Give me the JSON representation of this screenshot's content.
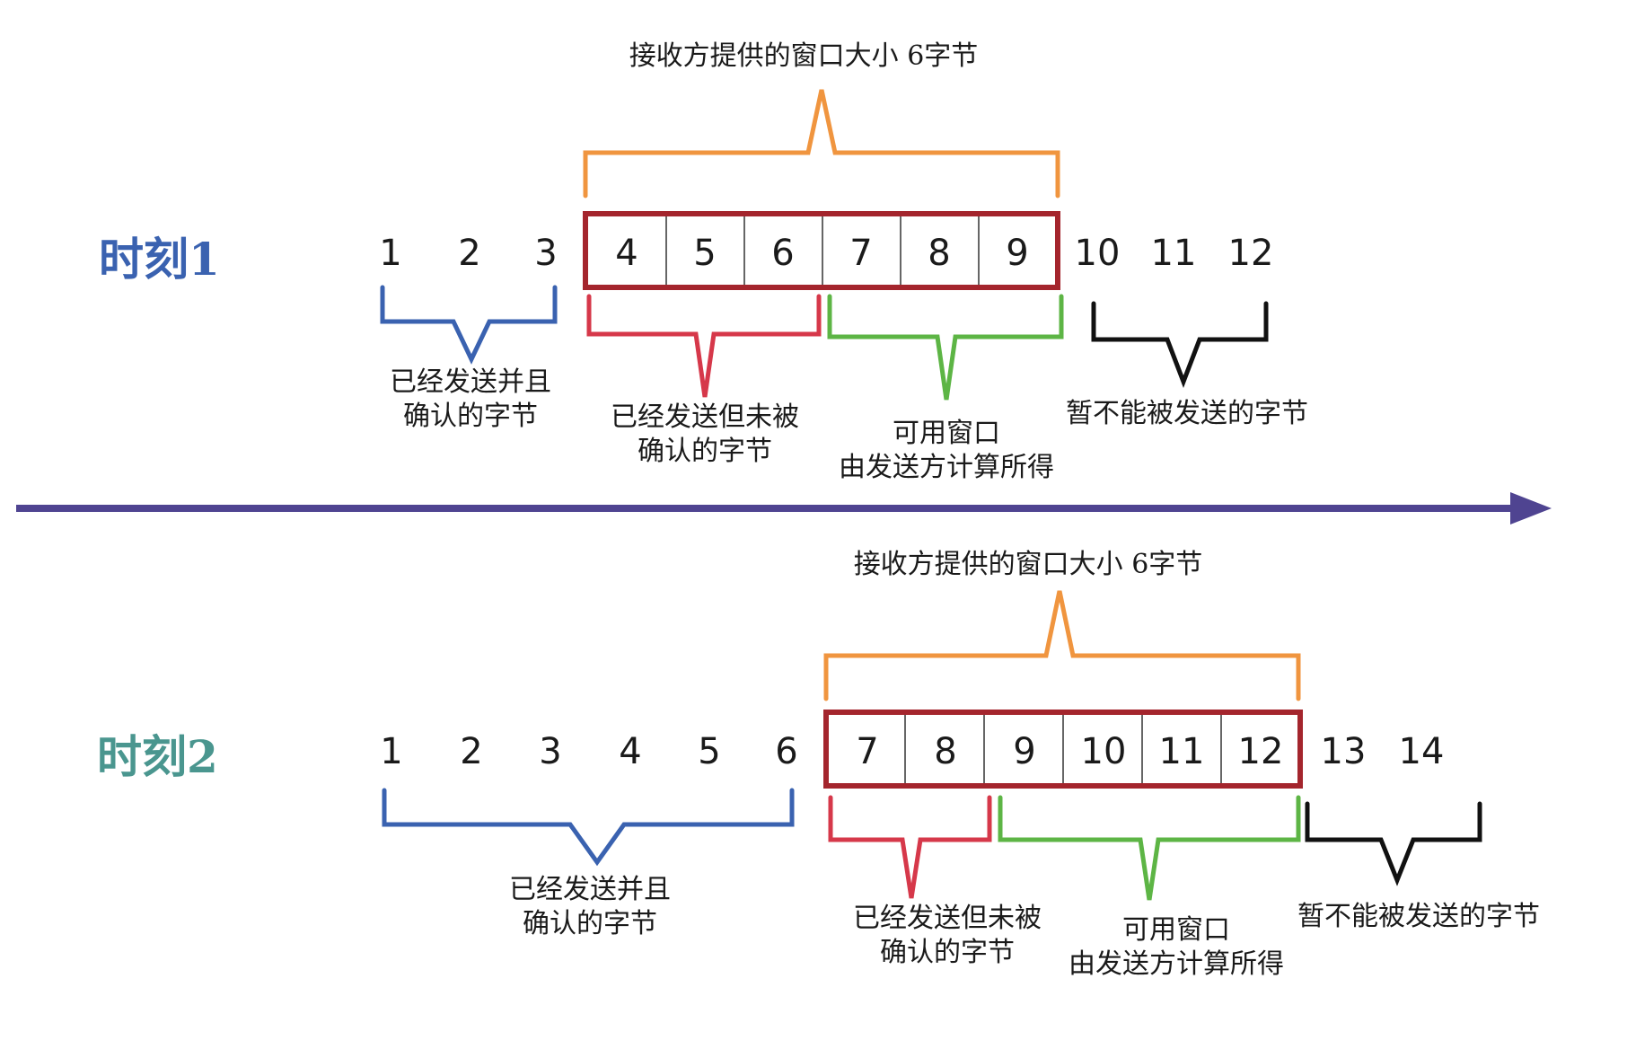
{
  "colors": {
    "window": "#f0953f",
    "acked": "#3a62b0",
    "unacked": "#d6384a",
    "usable": "#5db545",
    "not_sendable": "#111111",
    "box": "#a4252d",
    "timeline": "#4f4491",
    "moment1": "#3a62b0",
    "moment2": "#4a968f"
  },
  "moment1": {
    "title": "时刻1",
    "window_label": "接收方提供的窗口大小 6字节",
    "numbers": [
      "1",
      "2",
      "3",
      "4",
      "5",
      "6",
      "7",
      "8",
      "9",
      "10",
      "11",
      "12"
    ],
    "acked_label": [
      "已经发送并且",
      "确认的字节"
    ],
    "unacked_label": [
      "已经发送但未被",
      "确认的字节"
    ],
    "usable_label": [
      "可用窗口",
      "由发送方计算所得"
    ],
    "not_sendable_label": [
      "暂不能被发送的字节"
    ]
  },
  "moment2": {
    "title": "时刻2",
    "window_label": "接收方提供的窗口大小 6字节",
    "numbers": [
      "1",
      "2",
      "3",
      "4",
      "5",
      "6",
      "7",
      "8",
      "9",
      "10",
      "11",
      "12",
      "13",
      "14"
    ],
    "acked_label": [
      "已经发送并且",
      "确认的字节"
    ],
    "unacked_label": [
      "已经发送但未被",
      "确认的字节"
    ],
    "usable_label": [
      "可用窗口",
      "由发送方计算所得"
    ],
    "not_sendable_label": [
      "暂不能被发送的字节"
    ]
  }
}
